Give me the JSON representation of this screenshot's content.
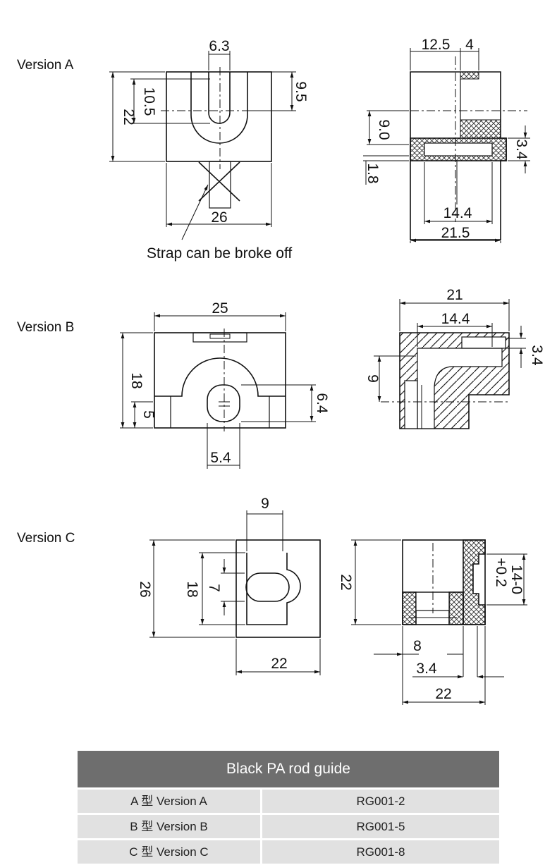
{
  "versions": {
    "a": {
      "label": "Version A",
      "front_dims": {
        "slot_width": "6.3",
        "slot_depth": "10.5",
        "slot_center": "9.5",
        "height": "22",
        "width": "26"
      },
      "side_dims": {
        "top_a": "12.5",
        "top_b": "4",
        "left_h": "9.0",
        "left_l": "1.8",
        "right_h": "3.4",
        "inner_w": "14.4",
        "total_w": "21.5"
      },
      "note": "Strap can be broke off"
    },
    "b": {
      "label": "Version B",
      "front_dims": {
        "width": "25",
        "height": "18",
        "bottom_h": "5",
        "hole_h": "6.4",
        "hole_w": "5.4"
      },
      "side_dims": {
        "total_w": "21",
        "inner_w": "14.4",
        "right_h": "3.4",
        "left_h": "9"
      }
    },
    "c": {
      "label": "Version C",
      "front_dims": {
        "slot_w": "9",
        "height": "26",
        "inner_h": "18",
        "hole_h": "7",
        "width": "22"
      },
      "side_dims": {
        "height": "22",
        "tol_a": "+0.2",
        "tol_b": "14-0",
        "bore": "8",
        "wall": "3.4",
        "width": "22"
      }
    }
  },
  "table": {
    "title": "Black PA rod guide",
    "rows": [
      {
        "type": "A 型 Version A",
        "code": "RG001-2"
      },
      {
        "type": "B 型 Version B",
        "code": "RG001-5"
      },
      {
        "type": "C 型 Version C",
        "code": "RG001-8"
      }
    ]
  }
}
